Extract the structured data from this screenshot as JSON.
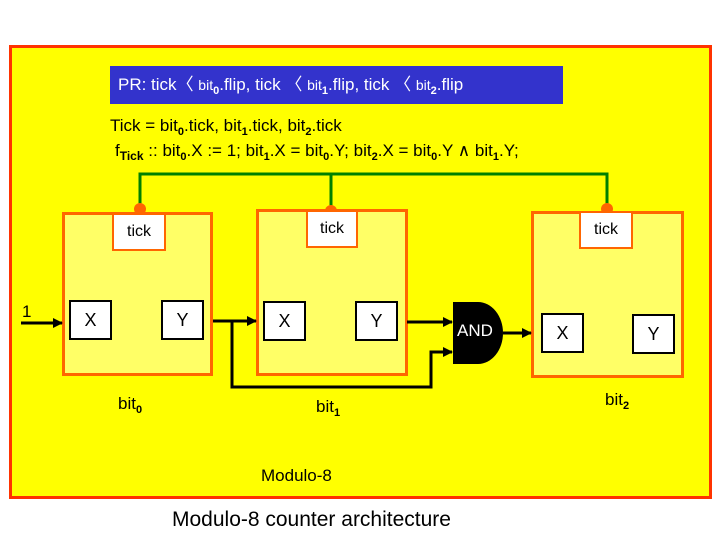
{
  "banner": {
    "prefix": "PR: tick",
    "items": [
      {
        "sep": "〈 ",
        "base": "bit",
        "sub": "0",
        "suffix": ".flip, tick "
      },
      {
        "sep": "〈 ",
        "base": "bit",
        "sub": "1",
        "suffix": ".flip, tick "
      },
      {
        "sep": "〈 ",
        "base": "bit",
        "sub": "2",
        "suffix": ".flip"
      }
    ],
    "color": "#3333CC"
  },
  "equations": {
    "tick_line": {
      "lhs": "Tick = ",
      "parts": [
        {
          "base": "bit",
          "sub": "0",
          "suffix": ".tick, "
        },
        {
          "base": "bit",
          "sub": "1",
          "suffix": ".tick, "
        },
        {
          "base": "bit",
          "sub": "2",
          "suffix": ".tick"
        }
      ]
    },
    "f_line": {
      "f": "f",
      "f_sub": "Tick",
      "op": " :: ",
      "parts": [
        {
          "base": "bit",
          "sub": "0",
          "suffix": ".X := 1; "
        },
        {
          "base": "bit",
          "sub": "1",
          "suffix": ".X = "
        },
        {
          "base": "bit",
          "sub": "0",
          "suffix": ".Y; "
        },
        {
          "base": "bit",
          "sub": "2",
          "suffix": ".X = "
        },
        {
          "base": "bit",
          "sub": "0",
          "suffix": ".Y ∧ "
        },
        {
          "base": "bit",
          "sub": "1",
          "suffix": ".Y;"
        }
      ]
    }
  },
  "components": [
    {
      "name": "bit",
      "sub": "0",
      "tick_label": "tick",
      "x_label": "X",
      "y_label": "Y"
    },
    {
      "name": "bit",
      "sub": "1",
      "tick_label": "tick",
      "x_label": "X",
      "y_label": "Y"
    },
    {
      "name": "bit",
      "sub": "2",
      "tick_label": "tick",
      "x_label": "X",
      "y_label": "Y"
    }
  ],
  "input_label": "1",
  "gate_label": "AND",
  "frame_title": "Modulo-8",
  "caption": "Modulo-8 counter architecture",
  "colors": {
    "frame_fill": "#FFFF00",
    "frame_border": "#FF3300",
    "component_fill": "#FFFF66",
    "component_border": "#FF6600",
    "tick_bus": "#008000",
    "tick_port": "#FF6600",
    "wire": "#000000"
  }
}
